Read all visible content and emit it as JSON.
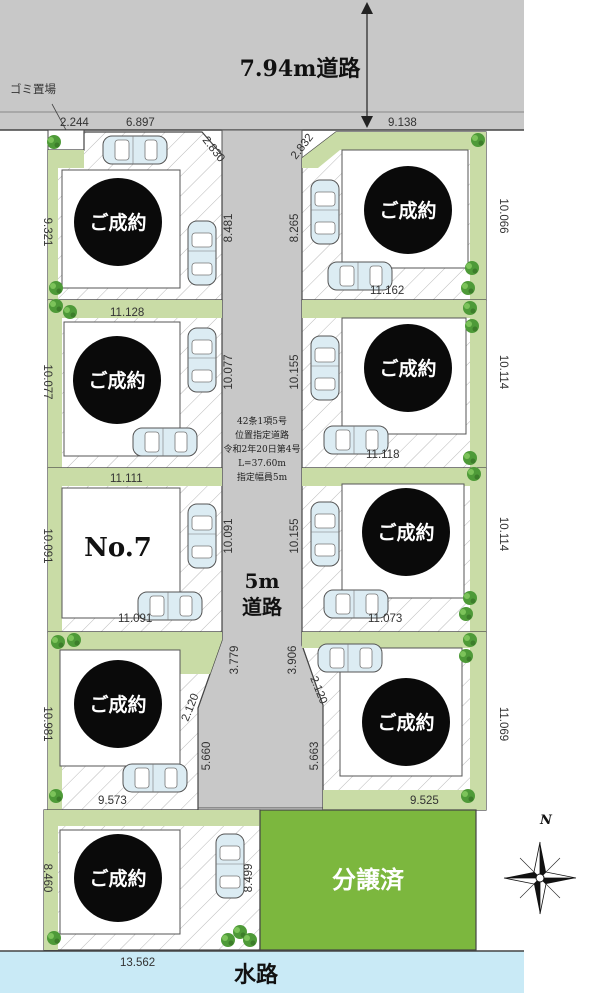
{
  "road_top": {
    "label": "7.94m道路"
  },
  "water": {
    "label": "水路"
  },
  "garbage": {
    "label": "ゴミ置場"
  },
  "center_road": {
    "label_line1": "5m",
    "label_line2": "道路"
  },
  "road_note": [
    "42条1項5号",
    "位置指定道路",
    "令和2年20日第4号",
    "L=37.60m",
    "指定幅員5m"
  ],
  "compass": {
    "label": "N"
  },
  "lots": {
    "left1": {
      "label": "ご成約"
    },
    "left2": {
      "label": "ご成約"
    },
    "left3": {
      "label": "No.7"
    },
    "left4": {
      "label": "ご成約"
    },
    "left5": {
      "label": "ご成約"
    },
    "right1": {
      "label": "ご成約"
    },
    "right2": {
      "label": "ご成約"
    },
    "right3": {
      "label": "ご成約"
    },
    "right4": {
      "label": "ご成約"
    },
    "right5": {
      "label": "分譲済"
    }
  },
  "dimensions": {
    "d_2244": "2.244",
    "d_6897": "6.897",
    "d_2830": "2.830",
    "d_2832": "2.832",
    "d_9138": "9.138",
    "d_9321": "9.321",
    "d_8481": "8.481",
    "d_8265": "8.265",
    "d_10066": "10.066",
    "d_11162": "11.162",
    "d_11128": "11.128",
    "d_10077a": "10.077",
    "d_10077b": "10.077",
    "d_10155a": "10.155",
    "d_10114a": "10.114",
    "d_11118": "11.118",
    "d_11111": "11.111",
    "d_10091a": "10.091",
    "d_10091b": "10.091",
    "d_10155b": "10.155",
    "d_10114b": "10.114",
    "d_11091": "11.091",
    "d_11073": "11.073",
    "d_3779": "3.779",
    "d_3906": "3.906",
    "d_2120a": "2.120",
    "d_2120b": "2.120",
    "d_10981": "10.981",
    "d_11069": "11.069",
    "d_5660": "5.660",
    "d_5663": "5.663",
    "d_9573": "9.573",
    "d_9525": "9.525",
    "d_8460": "8.460",
    "d_8499": "8.499",
    "d_13562": "13.562"
  },
  "colors": {
    "road": "#c8c8c8",
    "road_dark": "#bdbdbd",
    "water": "#c9eaf6",
    "garden": "#c9dca6",
    "sold_badge": "#0a0a0a",
    "sold_lot": "#7cb73e",
    "tree": "#4e9a38",
    "car": "#dcecf3"
  }
}
